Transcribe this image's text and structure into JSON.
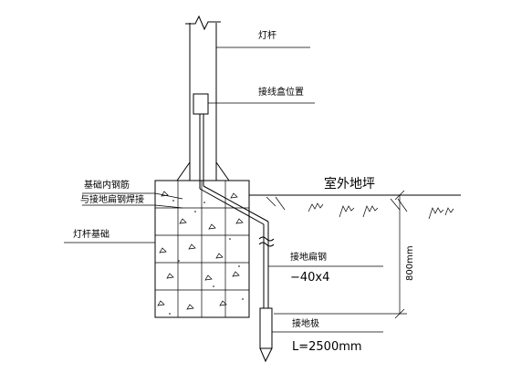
{
  "labels": {
    "pole": "灯杆",
    "junction_box": "接线盒位置",
    "rebar_weld_line1": "基础内钢筋",
    "rebar_weld_line2": "与接地扁钢焊接",
    "pole_foundation": "灯杆基础",
    "outdoor_ground": "室外地坪",
    "ground_flat_steel": "接地扁钢",
    "flat_steel_spec": "−40x4",
    "ground_rod": "接地极",
    "rod_length": "L=2500mm",
    "depth_dimension": "800mm"
  }
}
